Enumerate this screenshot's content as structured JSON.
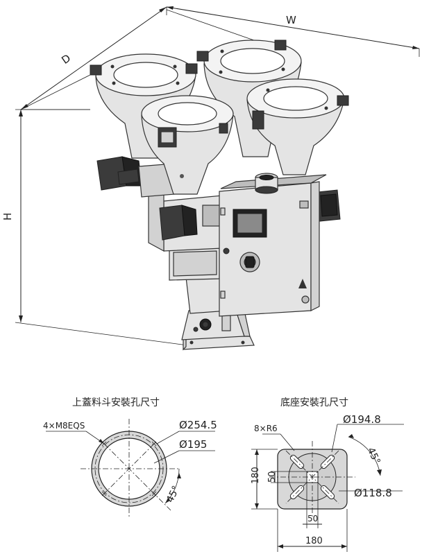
{
  "machine_dimensions": {
    "width_label": "W",
    "depth_label": "D",
    "height_label": "H"
  },
  "lid_hole_drawing": {
    "title": "上蓋料斗安裝孔尺寸",
    "bolt_spec": "4×M8EQS",
    "outer_diameter": "Ø254.5",
    "inner_diameter": "Ø195",
    "angle": "45°"
  },
  "base_hole_drawing": {
    "title": "底座安裝孔尺寸",
    "slot_spec": "8×R6",
    "outer_diameter": "Ø194.8",
    "inner_diameter": "Ø118.8",
    "angle": "45°",
    "overall_height": "180",
    "overall_width": "180",
    "inner_height": "50",
    "inner_width": "50"
  }
}
